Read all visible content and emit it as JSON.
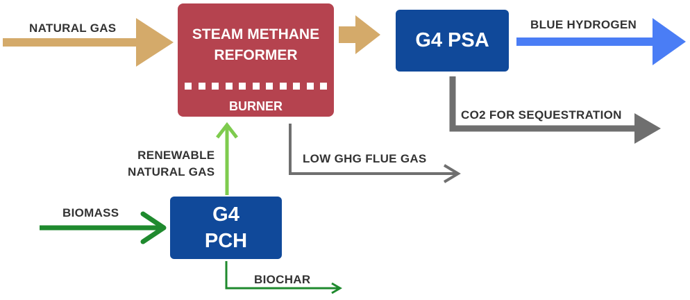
{
  "diagram": {
    "nodes": {
      "steam_methane_reformer": {
        "title_line1": "STEAM METHANE",
        "title_line2": "REFORMER",
        "sub_label": "BURNER",
        "color": "#b5434f"
      },
      "g4_psa": {
        "label": "G4 PSA",
        "color": "#10499a"
      },
      "g4_pch": {
        "label_line1": "G4",
        "label_line2": "PCH",
        "color": "#10499a"
      }
    },
    "flows": {
      "natural_gas": {
        "label": "NATURAL GAS",
        "color": "#d4aa6a"
      },
      "blue_hydrogen": {
        "label": "BLUE HYDROGEN",
        "color": "#4a7df5"
      },
      "co2_sequestration": {
        "label": "CO2 FOR SEQUESTRATION",
        "color": "#6f6f6f"
      },
      "low_ghg_flue_gas": {
        "label": "LOW GHG FLUE GAS",
        "color": "#6f6f6f"
      },
      "renewable_natural_gas": {
        "label_line1": "RENEWABLE",
        "label_line2": "NATURAL GAS",
        "color": "#7ecb4e"
      },
      "biomass": {
        "label": "BIOMASS",
        "color": "#1f8a2e"
      },
      "biochar": {
        "label": "BIOCHAR",
        "color": "#1f8a2e"
      }
    }
  }
}
